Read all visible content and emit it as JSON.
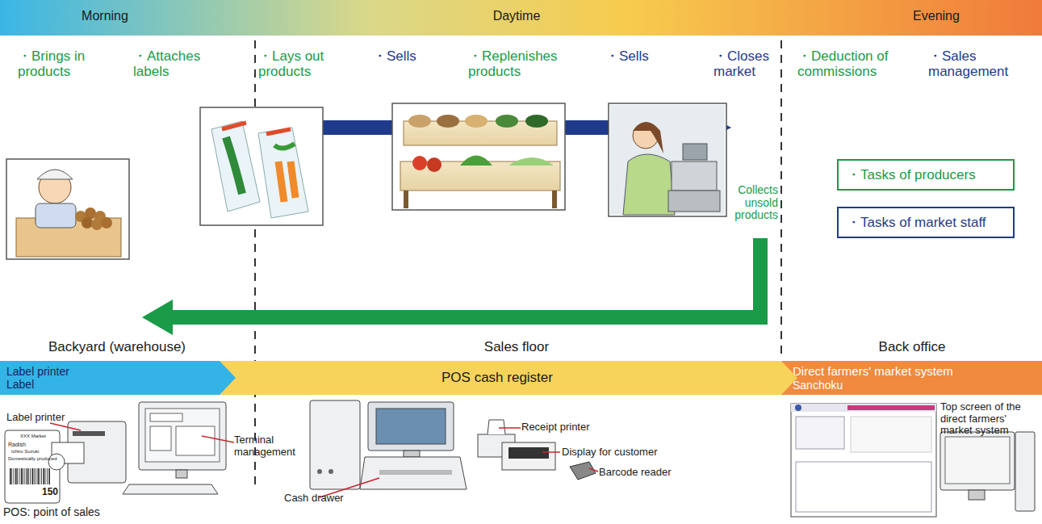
{
  "diagram": {
    "nodes": [
      {
        "text": [
          "Label printer",
          "Label"
        ]
      },
      {
        "text": [
          "POS cash register"
        ]
      },
      {
        "text": [
          "Direct farmers' market system",
          "Sanchoku"
        ]
      }
    ],
    "labels": [
      "Morning",
      "Daytime",
      "Evening",
      "・Brings in products",
      "・Attaches labels",
      "・Lays out products",
      "・Sells",
      "・Replenishes products",
      "・Sells",
      "・Closes market",
      "・Deduction of commissions",
      "・Sales management",
      "Collects unsold products",
      "Backyard (warehouse)",
      "Sales floor",
      "Back office",
      "Label printer",
      "Terminal management",
      "XXX Market",
      "Radish",
      "Ichiro Suzuki",
      "Domestically produced",
      "150",
      "Cash drawer",
      "Receipt printer",
      "Display for customer",
      "Barcode reader",
      "Top screen of the direct farmers' market system",
      "POS: point of sales"
    ],
    "legend": [
      {
        "text": "・Tasks of producers"
      },
      {
        "text": "・Tasks of market staff"
      }
    ]
  }
}
